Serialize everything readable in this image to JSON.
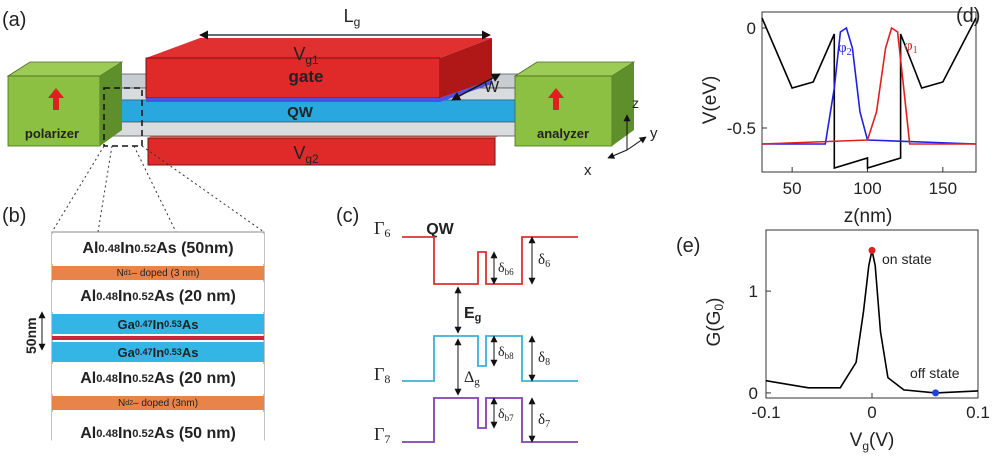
{
  "panel_a": {
    "label": "(a)",
    "lg": "L",
    "lg_sub": "g",
    "gate1_v": "V",
    "gate1_sub": "g1",
    "gate_word": "gate",
    "w": "W",
    "qw": "QW",
    "gate2_v": "V",
    "gate2_sub": "g2",
    "polarizer": "polarizer",
    "analyzer": "analyzer",
    "axis_x": "x",
    "axis_y": "y",
    "axis_z": "z"
  },
  "panel_b": {
    "label": "(b)",
    "thickness": "50nm",
    "layers": [
      {
        "kind": "white",
        "text": "Al0.48In0.52As (50nm)"
      },
      {
        "kind": "orange",
        "text": "Nd1 – doped (3 nm)"
      },
      {
        "kind": "white",
        "text": "Al0.48In0.52As (20 nm)"
      },
      {
        "kind": "blue",
        "text": "Ga0.47In0.53As"
      },
      {
        "kind": "red",
        "text": ""
      },
      {
        "kind": "blue",
        "text": "Ga0.47In0.53As"
      },
      {
        "kind": "white",
        "text": "Al0.48In0.52As (20 nm)"
      },
      {
        "kind": "orange",
        "text": "Nd2 – doped (3nm)"
      },
      {
        "kind": "white",
        "text": "Al0.48In0.52As (50 nm)"
      }
    ]
  },
  "panel_c": {
    "label": "(c)",
    "title": "QW",
    "gamma6": "Γ6",
    "gamma8": "Γ8",
    "gamma7": "Γ7",
    "eg": "E",
    "eg_sub": "g",
    "dg": "Δ",
    "dg_sub": "g",
    "db6": "δb6",
    "d6": "δ6",
    "db8": "δb8",
    "d8": "δ8",
    "db7": "δb7",
    "d7": "δ7",
    "colors": {
      "g6": "#e03030",
      "g8": "#3ab0d8",
      "g7": "#8040b0"
    }
  },
  "panel_d": {
    "label": "(d)",
    "ylabel": "V(eV)",
    "xlabel": "z(nm)",
    "yticks": [
      "0",
      "-0.5"
    ],
    "xticks": [
      "50",
      "100",
      "150"
    ],
    "phi2": "φ2",
    "phi1": "φ1",
    "colors": {
      "potential": "#000000",
      "phi1": "#e02020",
      "phi2": "#2020e0"
    }
  },
  "panel_e": {
    "label": "(e)",
    "ylabel": "G(G0)",
    "xlabel": "Vg(V)",
    "yticks": [
      "0",
      "1"
    ],
    "xticks": [
      "-0.1",
      "0",
      "0.1"
    ],
    "on_state": "on state",
    "off_state": "off state"
  },
  "chart_data": [
    {
      "type": "line",
      "panel": "(d)",
      "xlabel": "z(nm)",
      "ylabel": "V(eV)",
      "xlim": [
        30,
        172
      ],
      "ylim": [
        -0.72,
        0.08
      ],
      "series": [
        {
          "name": "potential",
          "x": [
            30,
            50,
            64,
            78,
            78,
            100,
            100,
            122,
            122,
            136,
            150,
            172
          ],
          "y": [
            0.05,
            -0.3,
            -0.27,
            -0.03,
            -0.7,
            -0.65,
            -0.7,
            -0.65,
            -0.03,
            -0.3,
            -0.27,
            0.05
          ]
        },
        {
          "name": "φ2",
          "x": [
            30,
            72,
            78,
            82,
            86,
            90,
            95,
            100,
            172
          ],
          "y": [
            -0.58,
            -0.58,
            -0.3,
            -0.02,
            0.0,
            -0.1,
            -0.42,
            -0.56,
            -0.58
          ]
        },
        {
          "name": "φ1",
          "x": [
            30,
            100,
            106,
            112,
            116,
            120,
            124,
            128,
            172
          ],
          "y": [
            -0.58,
            -0.56,
            -0.42,
            -0.1,
            0.0,
            -0.02,
            -0.3,
            -0.58,
            -0.58
          ]
        }
      ]
    },
    {
      "type": "line",
      "panel": "(e)",
      "xlabel": "Vg(V)",
      "ylabel": "G(G0)",
      "xlim": [
        -0.1,
        0.1
      ],
      "ylim": [
        -0.05,
        1.6
      ],
      "series": [
        {
          "name": "G",
          "x": [
            -0.1,
            -0.06,
            -0.03,
            -0.015,
            -0.008,
            -0.003,
            0.0,
            0.003,
            0.008,
            0.015,
            0.03,
            0.06,
            0.1
          ],
          "y": [
            0.12,
            0.05,
            0.05,
            0.3,
            0.8,
            1.25,
            1.4,
            1.25,
            0.6,
            0.15,
            0.03,
            0.0,
            0.02
          ]
        }
      ],
      "markers": [
        {
          "label": "on state",
          "x": 0.0,
          "y": 1.4,
          "color": "#e02020"
        },
        {
          "label": "off state",
          "x": 0.06,
          "y": 0.0,
          "color": "#2040e0"
        }
      ]
    }
  ]
}
